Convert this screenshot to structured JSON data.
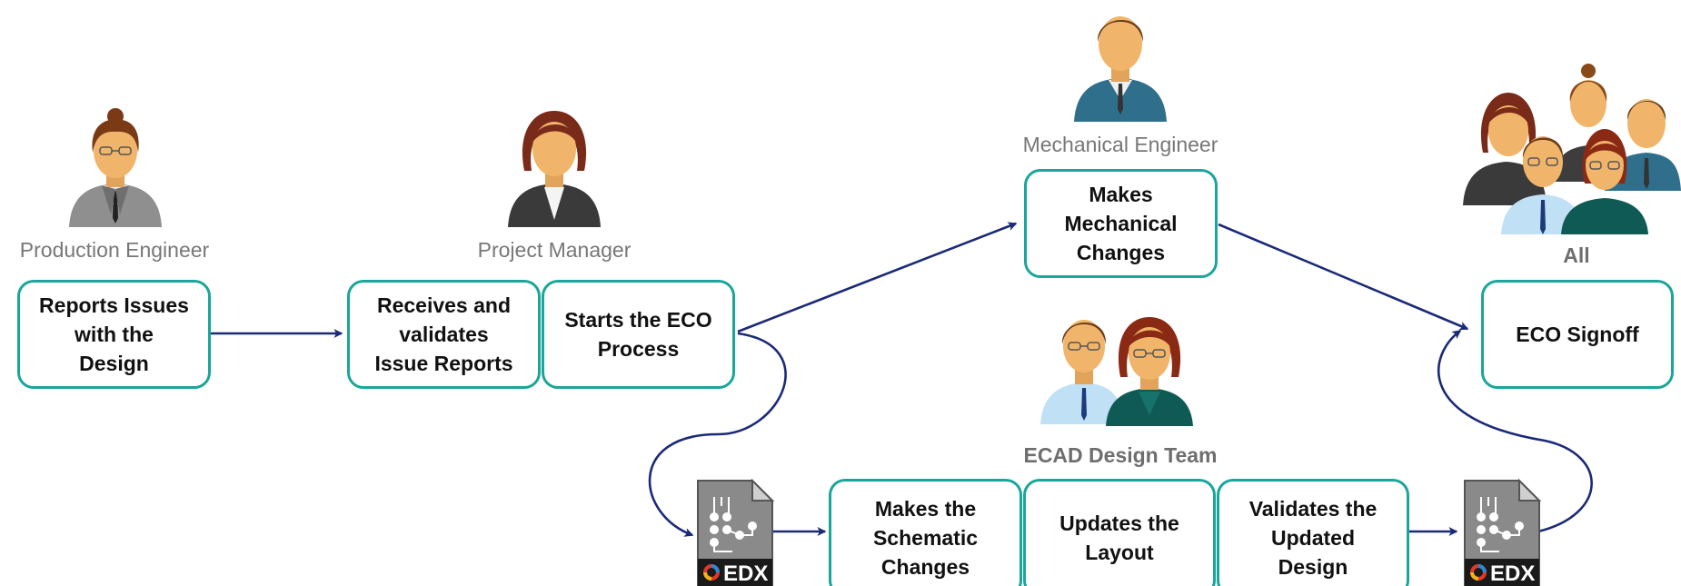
{
  "diagram": {
    "roles": {
      "production_engineer": "Production Engineer",
      "project_manager": "Project Manager",
      "mechanical_engineer": "Mechanical Engineer",
      "ecad_design_team": "ECAD Design Team",
      "all": "All"
    },
    "steps": {
      "reports_issues": "Reports Issues\nwith the\nDesign",
      "receives_validates": "Receives and\nvalidates\nIssue Reports",
      "starts_eco": "Starts the ECO\nProcess",
      "makes_mechanical": "Makes\nMechanical\nChanges",
      "eco_signoff": "ECO Signoff",
      "makes_schematic": "Makes the\nSchematic\nChanges",
      "updates_layout": "Updates the\nLayout",
      "validates_updated": "Validates the\nUpdated\nDesign"
    },
    "documents": {
      "label": "EDX"
    },
    "colors": {
      "box_border": "#1aa69a",
      "arrow": "#1b2a78",
      "role_text": "#777777"
    }
  }
}
